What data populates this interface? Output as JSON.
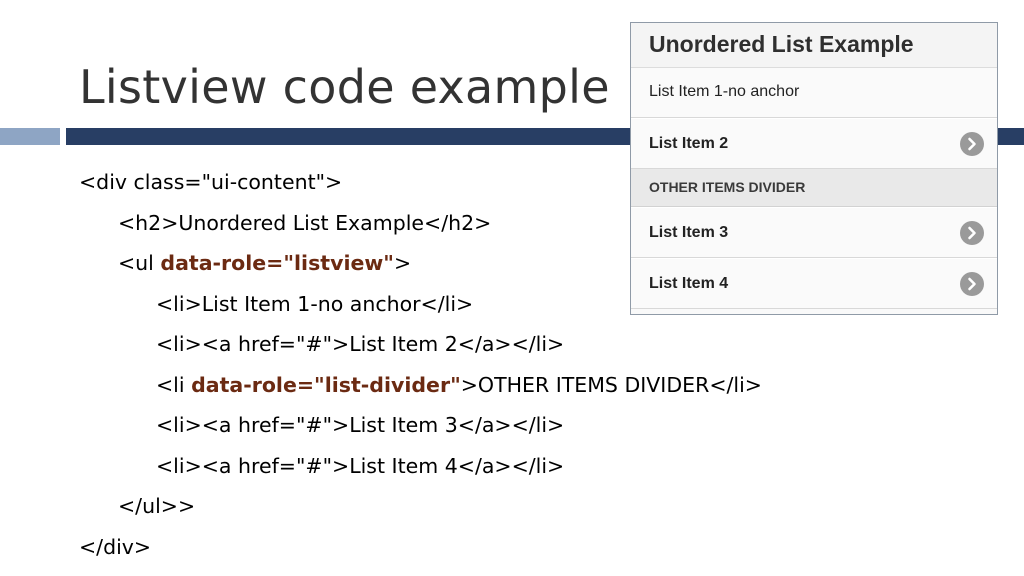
{
  "slide": {
    "title": "Listview code example"
  },
  "code": {
    "line1": "<div class=\"ui-content\">",
    "line2": "<h2>Unordered List Example</h2>",
    "line3_pre": "<ul ",
    "line3_attr": "data-role=\"listview\"",
    "line3_post": ">",
    "line4": "<li>List Item 1-no anchor</li>",
    "line5": "<li><a href=\"#\">List Item 2</a></li>",
    "line6_pre": "<li ",
    "line6_attr": "data-role=\"list-divider\"",
    "line6_post": ">OTHER ITEMS DIVIDER</li>",
    "line7": "<li><a href=\"#\">List Item 3</a></li>",
    "line8": "<li><a href=\"#\">List Item 4</a></li>",
    "line9": "</ul>>",
    "line10": "</div>"
  },
  "preview": {
    "heading": "Unordered List Example",
    "items": [
      {
        "label": "List Item 1-no anchor",
        "kind": "plain"
      },
      {
        "label": "List Item 2",
        "kind": "link",
        "icon": "chevron-right-icon"
      },
      {
        "label": "OTHER ITEMS DIVIDER",
        "kind": "divider"
      },
      {
        "label": "List Item 3",
        "kind": "link",
        "icon": "chevron-right-icon"
      },
      {
        "label": "List Item 4",
        "kind": "link",
        "icon": "chevron-right-icon"
      }
    ]
  },
  "colors": {
    "title_text": "#333333",
    "accent_bar_light": "#8ea5c4",
    "accent_bar_dark": "#283e64",
    "attribute_highlight": "#6b2a12",
    "list_arrow": "#9a9a9a"
  }
}
